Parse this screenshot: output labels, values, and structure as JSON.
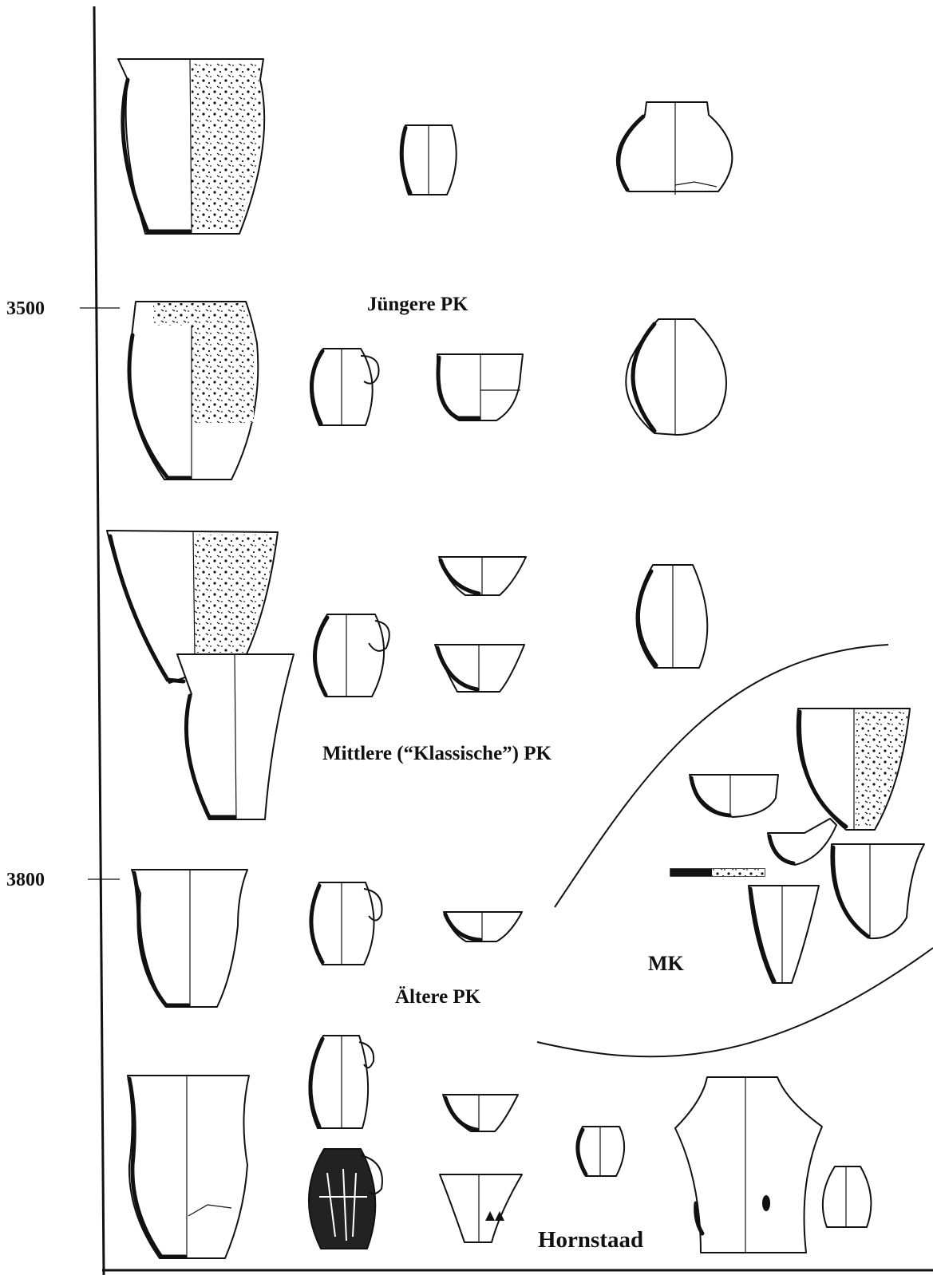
{
  "timeline": {
    "ticks": [
      {
        "label": "3500"
      },
      {
        "label": "3800"
      }
    ]
  },
  "phases": {
    "juengere": "Jüngere PK",
    "mittlere": "Mittlere (“Klassische”) PK",
    "aeltere": "Ältere PK",
    "mk": "MK",
    "hornstaad": "Hornstaad"
  },
  "colors": {
    "ink": "#111111",
    "paper": "#ffffff"
  }
}
